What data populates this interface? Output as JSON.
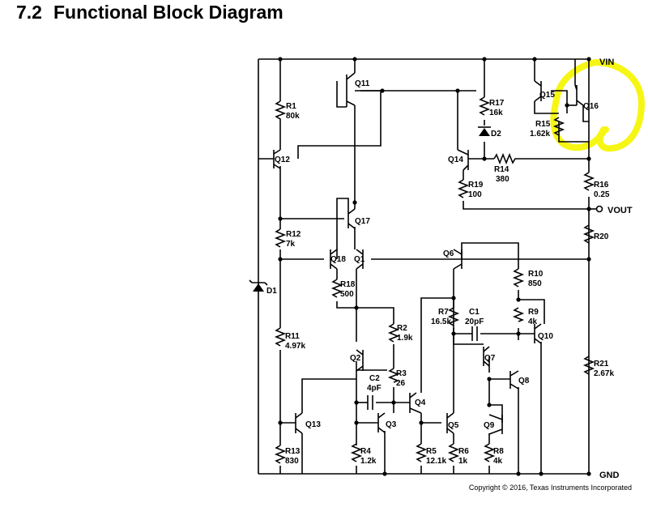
{
  "header": {
    "section": "7.2",
    "title": "Functional Block Diagram"
  },
  "footer": {
    "copyright": "Copyright © 2016, Texas Instruments Incorporated"
  },
  "pins": {
    "vin": "VIN",
    "vout": "VOUT",
    "gnd": "GND"
  },
  "transistors": {
    "q1": "Q1",
    "q2": "Q2",
    "q3": "Q3",
    "q4": "Q4",
    "q5": "Q5",
    "q6": "Q6",
    "q7": "Q7",
    "q8": "Q8",
    "q9": "Q9",
    "q10": "Q10",
    "q11": "Q11",
    "q12": "Q12",
    "q13": "Q13",
    "q14": "Q14",
    "q15": "Q15",
    "q16": "Q16",
    "q17": "Q17",
    "q18": "Q18"
  },
  "resistors": {
    "r1": {
      "name": "R1",
      "value": "80k"
    },
    "r2": {
      "name": "R2",
      "value": "1.9k"
    },
    "r3": {
      "name": "R3",
      "value": "26"
    },
    "r4": {
      "name": "R4",
      "value": "1.2k"
    },
    "r5": {
      "name": "R5",
      "value": "12.1k"
    },
    "r6": {
      "name": "R6",
      "value": "1k"
    },
    "r7": {
      "name": "R7",
      "value": "16.5k"
    },
    "r8": {
      "name": "R8",
      "value": "4k"
    },
    "r9": {
      "name": "R9",
      "value": "4k"
    },
    "r10": {
      "name": "R10",
      "value": "850"
    },
    "r11": {
      "name": "R11",
      "value": "4.97k"
    },
    "r12": {
      "name": "R12",
      "value": "7k"
    },
    "r13": {
      "name": "R13",
      "value": "830"
    },
    "r14": {
      "name": "R14",
      "value": "380"
    },
    "r15": {
      "name": "R15",
      "value": "1.62k"
    },
    "r16": {
      "name": "R16",
      "value": "0.25"
    },
    "r17": {
      "name": "R17",
      "value": "16k"
    },
    "r18": {
      "name": "R18",
      "value": "500"
    },
    "r19": {
      "name": "R19",
      "value": "100"
    },
    "r20": {
      "name": "R20",
      "value": ""
    },
    "r21": {
      "name": "R21",
      "value": "2.67k"
    }
  },
  "capacitors": {
    "c1": {
      "name": "C1",
      "value": "20pF"
    },
    "c2": {
      "name": "C2",
      "value": "4pF"
    }
  },
  "diodes": {
    "d1": "D1",
    "d2": "D2"
  },
  "colors": {
    "highlight": "#f5f500",
    "ink": "#000000"
  }
}
